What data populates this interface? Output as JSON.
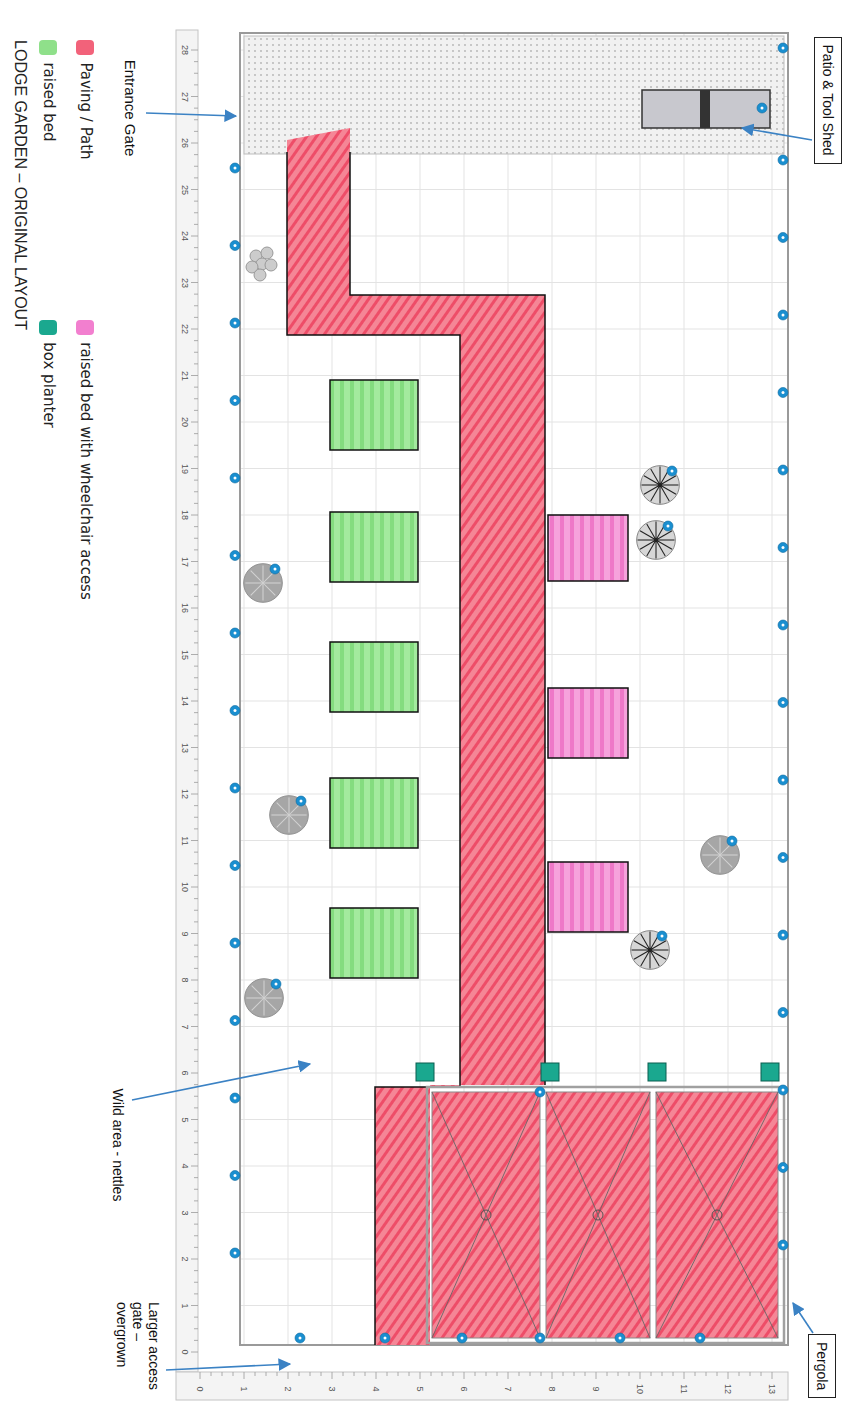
{
  "diagram": {
    "title": "LODGE GARDEN – ORIGINAL LAYOUT",
    "nodes": [
      {
        "text": [
          "Patio & Tool Shed"
        ]
      },
      {
        "text": [
          "Pergola"
        ]
      }
    ],
    "labels": [
      "Entrance Gate",
      "Wild area - nettles",
      "Larger access gate – overgrown",
      "0",
      "1",
      "2",
      "3",
      "4",
      "5",
      "6",
      "7",
      "8",
      "9",
      "10",
      "11",
      "12",
      "13",
      "14",
      "15",
      "16",
      "17",
      "18",
      "19",
      "20",
      "21",
      "22",
      "23",
      "24",
      "25",
      "26",
      "27",
      "28",
      "0",
      "1",
      "2",
      "3",
      "4",
      "5",
      "6",
      "7",
      "8",
      "9",
      "10",
      "11",
      "12",
      "13"
    ],
    "legend": [
      {
        "text": "raised bed",
        "color": "#8fe08a"
      },
      {
        "text": "Paving / Path",
        "color": "#f2627a"
      },
      {
        "text": "box planter",
        "color": "#1aa88f"
      },
      {
        "text": "raised bed with wheelchair access",
        "color": "#f27fcf"
      }
    ]
  }
}
